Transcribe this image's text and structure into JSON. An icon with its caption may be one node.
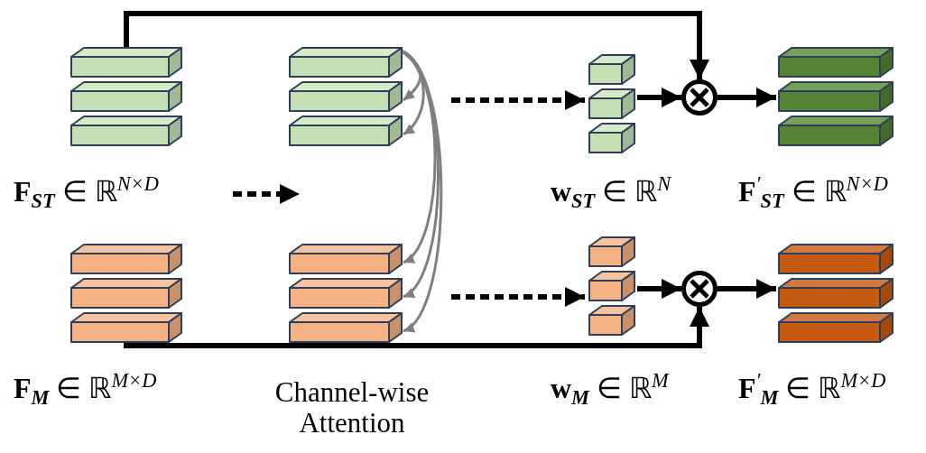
{
  "diagram": {
    "nodes": [
      {
        "text": [],
        "shape": "bar"
      },
      {
        "text": [],
        "shape": "bar"
      },
      {
        "text": [],
        "shape": "bar"
      },
      {
        "text": [],
        "shape": "bar"
      },
      {
        "text": [],
        "shape": "bar"
      },
      {
        "text": [],
        "shape": "bar"
      },
      {
        "text": [],
        "shape": "bar"
      },
      {
        "text": [],
        "shape": "bar"
      },
      {
        "text": [],
        "shape": "bar"
      },
      {
        "text": [],
        "shape": "circle"
      },
      {
        "text": [],
        "shape": "bar"
      },
      {
        "text": [],
        "shape": "bar"
      },
      {
        "text": [],
        "shape": "bar"
      },
      {
        "text": [],
        "shape": "bar"
      },
      {
        "text": [],
        "shape": "bar"
      },
      {
        "text": [],
        "shape": "bar"
      },
      {
        "text": [],
        "shape": "bar"
      },
      {
        "text": [],
        "shape": "bar"
      },
      {
        "text": [],
        "shape": "bar"
      },
      {
        "text": [],
        "shape": "bar"
      },
      {
        "text": [],
        "shape": "bar"
      },
      {
        "text": [],
        "shape": "bar"
      },
      {
        "text": [],
        "shape": "circle"
      },
      {
        "text": [],
        "shape": "bar"
      },
      {
        "text": [],
        "shape": "bar"
      },
      {
        "text": [],
        "shape": "bar"
      }
    ],
    "edges": [
      {
        "from": 0,
        "to": 9,
        "arrow": "to"
      },
      {
        "from": 3,
        "to": 4,
        "arrow": "to",
        "color": "#808080"
      },
      {
        "from": 3,
        "to": 5,
        "arrow": "to",
        "color": "#808080"
      },
      {
        "from": 3,
        "to": 16,
        "arrow": "to",
        "color": "#808080"
      },
      {
        "from": 3,
        "to": 17,
        "arrow": "to",
        "color": "#808080"
      },
      {
        "from": 3,
        "to": 18,
        "arrow": "to",
        "color": "#808080"
      },
      {
        "from": 4,
        "to": 7,
        "arrow": "to",
        "style": "dashed"
      },
      {
        "from": 7,
        "to": 9,
        "arrow": "to"
      },
      {
        "from": 9,
        "to": 11,
        "arrow": "to"
      },
      {
        "from": 17,
        "to": 20,
        "arrow": "to",
        "style": "dashed"
      },
      {
        "from": 20,
        "to": 22,
        "arrow": "to"
      },
      {
        "from": 22,
        "to": 24,
        "arrow": "to"
      },
      {
        "from": 15,
        "to": 22,
        "arrow": "to"
      }
    ],
    "labels": [
      "**F**$_{ST}$ ∈ ℝ$^{N×D}$",
      "**w**$_{ST}$ ∈ ℝ$^{N}$",
      "**F**$^{′}$$_{ST}$ ∈ ℝ$^{N×D}$",
      "**F**$_{M}$ ∈ ℝ$^{M×D}$",
      "Channel-wise Attention",
      "**w**$_{M}$ ∈ ℝ$^{M}$",
      "**F**$^{′}$$_{M}$ ∈ ℝ$^{M×D}$"
    ]
  }
}
